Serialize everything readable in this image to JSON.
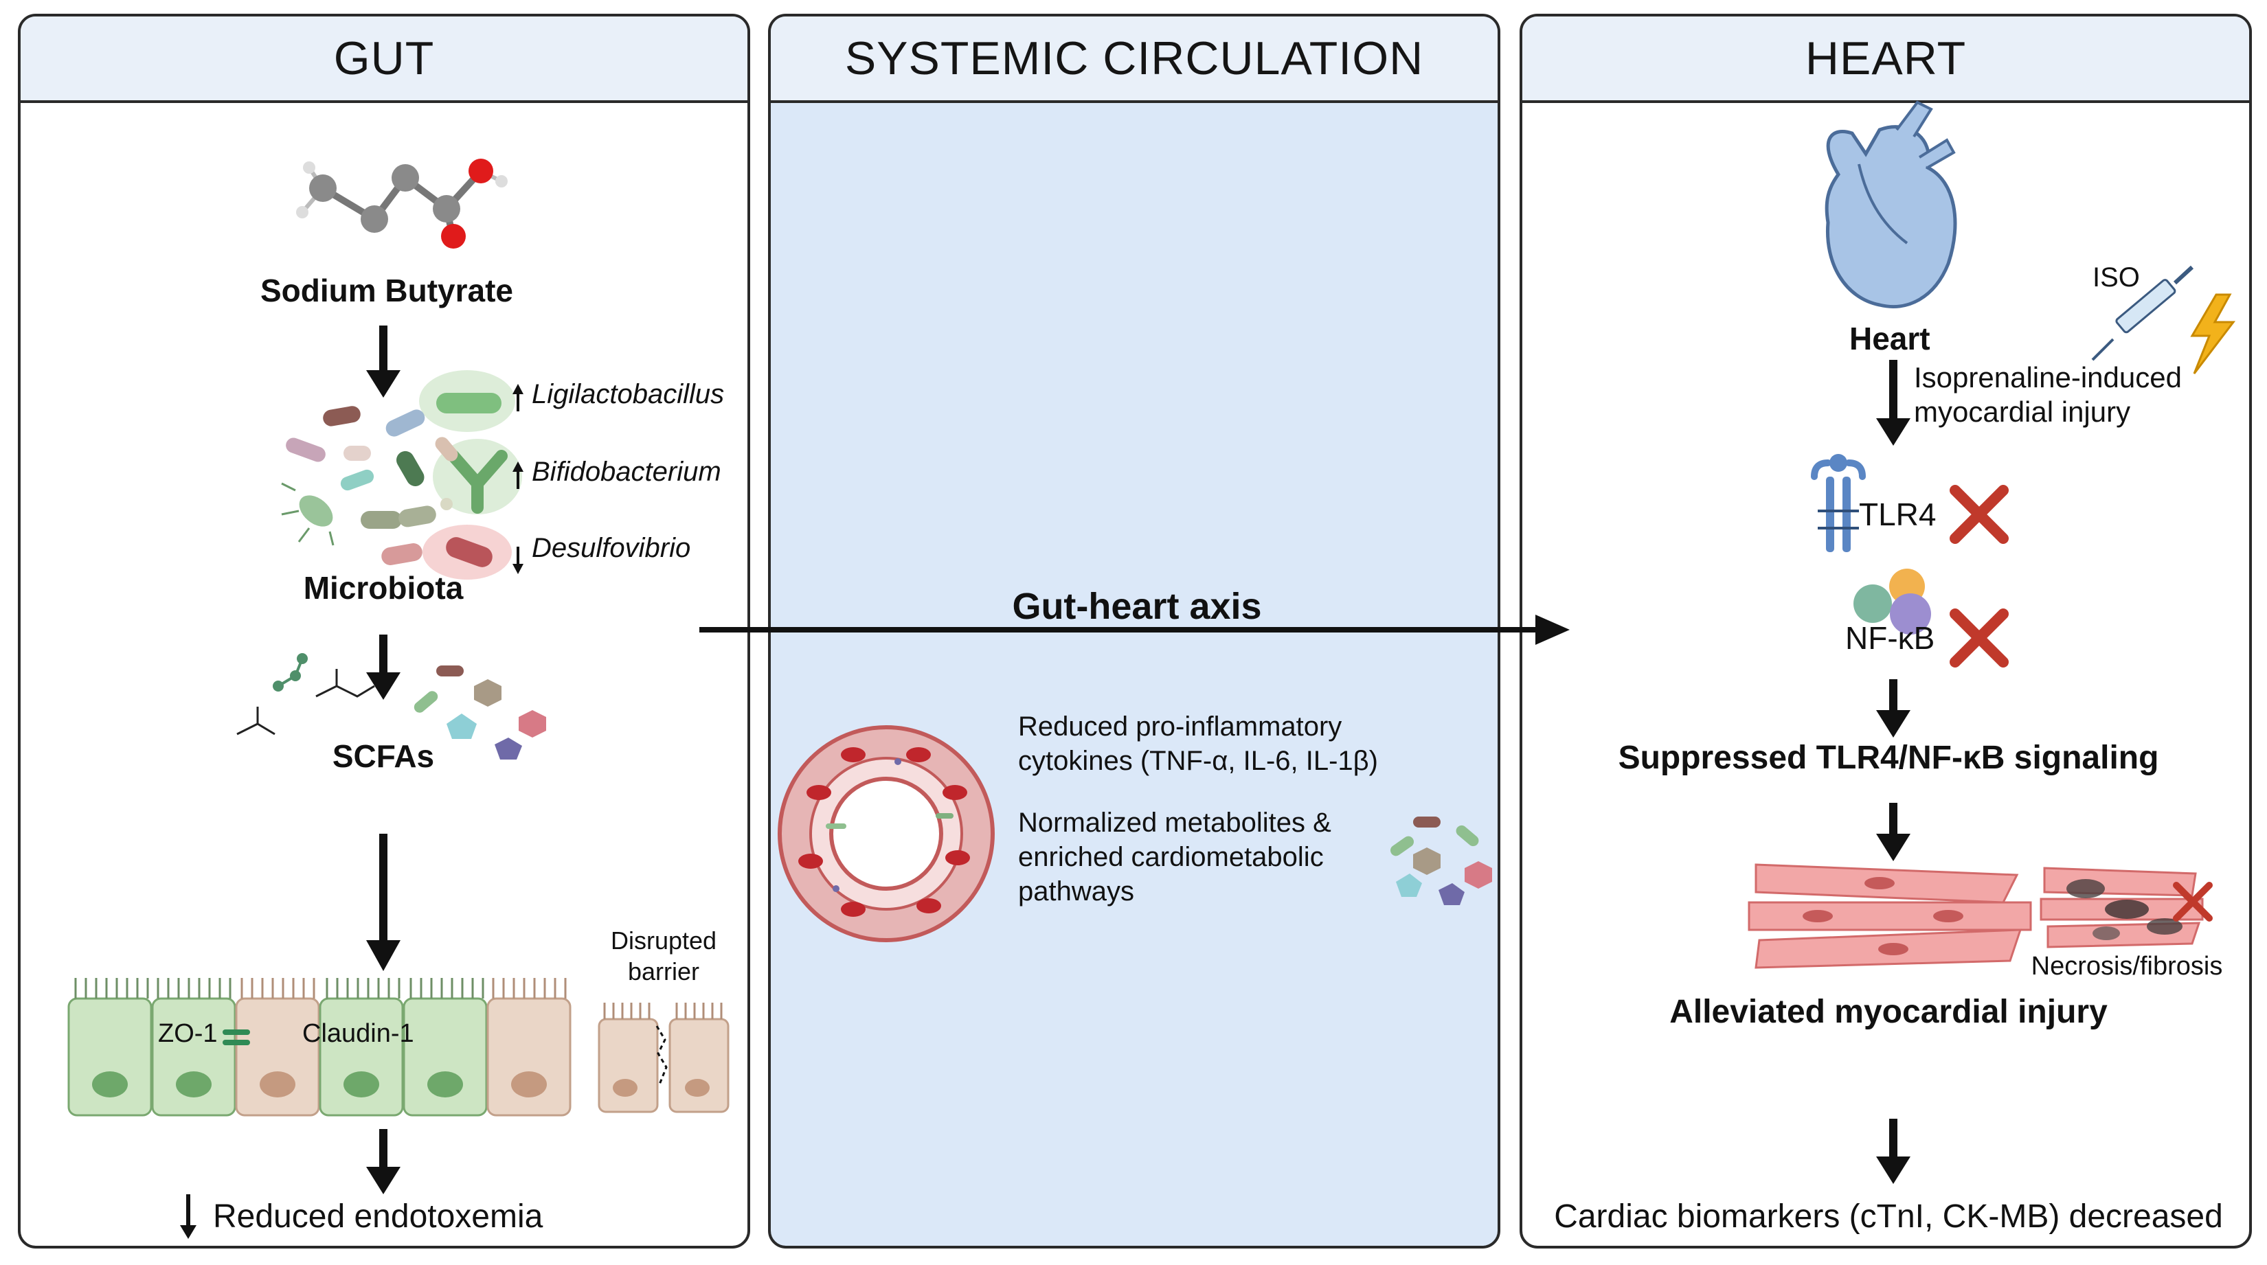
{
  "panels": {
    "gut": {
      "title": "GUT"
    },
    "systemic": {
      "title": "SYSTEMIC CIRCULATION"
    },
    "heart": {
      "title": "HEART"
    }
  },
  "gut": {
    "compound": "Sodium Butyrate",
    "microbiota_label": "Microbiota",
    "taxa": [
      {
        "name": "Ligilactobacillus",
        "direction": "up"
      },
      {
        "name": "Bifidobacterium",
        "direction": "up"
      },
      {
        "name": "Desulfovibrio",
        "direction": "down"
      }
    ],
    "scfa_label": "SCFAs",
    "zo1_label": "ZO-1",
    "claudin_label": "Claudin-1",
    "disrupted_label_1": "Disrupted",
    "disrupted_label_2": "barrier",
    "endotoxemia_label": "Reduced endotoxemia"
  },
  "systemic": {
    "axis_label": "Gut-heart axis",
    "cytokines_line1": "Reduced pro-inflammatory",
    "cytokines_line2": "cytokines (TNF-α, IL-6, IL-1β)",
    "metabolites_line1": "Normalized metabolites &",
    "metabolites_line2": "enriched cardiometabolic",
    "metabolites_line3": "pathways"
  },
  "heart": {
    "heart_label": "Heart",
    "iso_label": "ISO",
    "injury_line1": "Isoprenaline-induced",
    "injury_line2": "myocardial injury",
    "tlr4_label": "TLR4",
    "nfkb_label": "NF-κB",
    "signaling_label": "Suppressed TLR4/NF-κB signaling",
    "necrosis_label": "Necrosis/fibrosis",
    "alleviated_label": "Alleviated myocardial injury",
    "biomarkers_label": "Cardiac biomarkers (cTnI, CK-MB) decreased"
  },
  "colors": {
    "header_bg": "#e9f0f9",
    "systemic_bg": "#dbe8f8",
    "border": "#2a2a2a",
    "inhibit_x": "#c0392b"
  }
}
